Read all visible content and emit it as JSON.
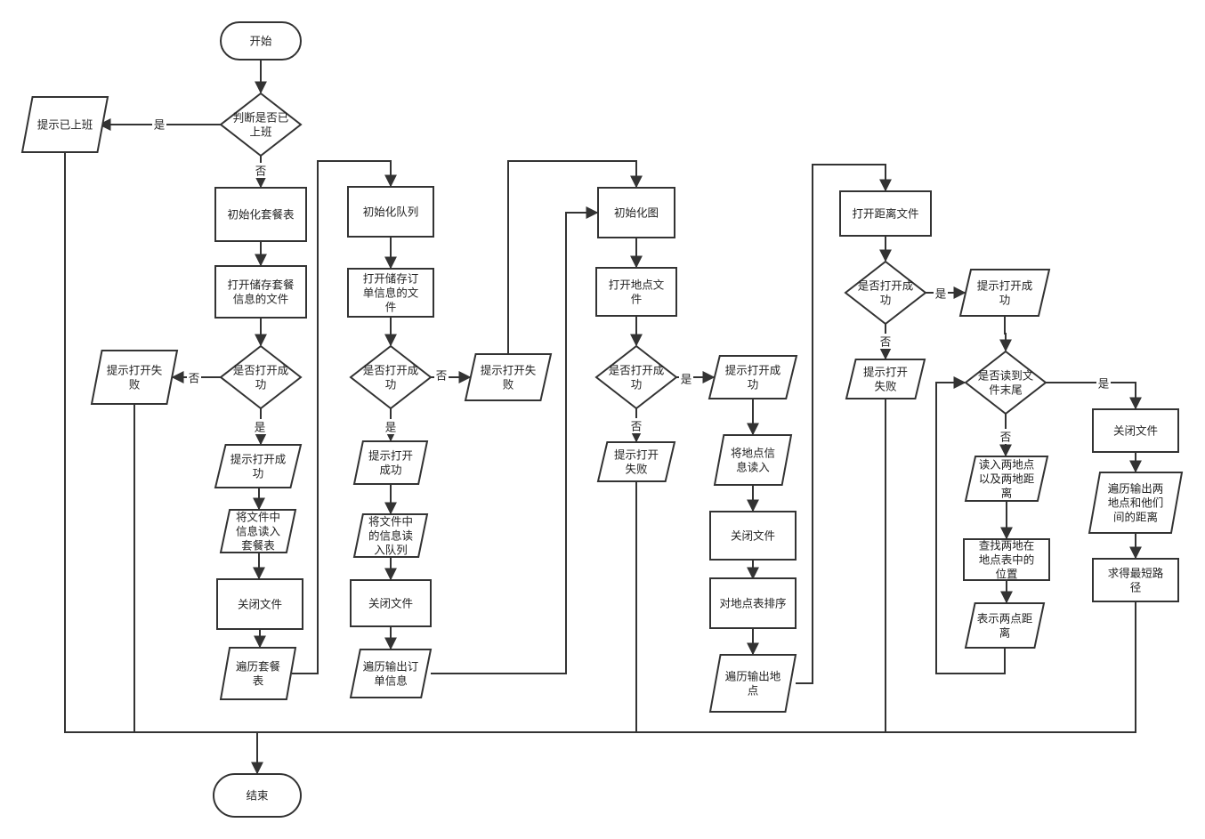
{
  "nodes": {
    "start": "开始",
    "check_onduty": "判断是否已\n上班",
    "prompt_onduty": "提示已上班",
    "init_menu": "初始化套餐表",
    "open_menu_file": "打开储存套餐\n信息的文件",
    "menu_open_ok": "是否打开成\n功",
    "menu_fail": "提示打开失\n败",
    "menu_success": "提示打开成\n功",
    "menu_read": "将文件中\n信息读入\n套餐表",
    "menu_close": "关闭文件",
    "menu_traverse": "遍历套餐\n表",
    "init_queue": "初始化队列",
    "open_order_file": "打开储存订\n单信息的文\n件",
    "order_open_ok": "是否打开成\n功",
    "order_fail": "提示打开失\n败",
    "order_success": "提示打开\n成功",
    "order_read": "将文件中\n的信息读\n入队列",
    "order_close": "关闭文件",
    "order_traverse": "遍历输出订\n单信息",
    "init_graph": "初始化图",
    "open_place_file": "打开地点文\n件",
    "place_open_ok": "是否打开成\n功",
    "place_fail": "提示打开\n失败",
    "place_success": "提示打开成\n功",
    "place_read": "将地点信\n息读入",
    "place_close": "关闭文件",
    "place_sort": "对地点表排序",
    "place_traverse": "遍历输出地\n点",
    "open_dist_file": "打开距离文件",
    "dist_open_ok": "是否打开成\n功",
    "dist_fail": "提示打开\n失败",
    "dist_success": "提示打开成\n功",
    "dist_eof": "是否读到文\n件末尾",
    "dist_read": "读入两地点\n以及两地距\n离",
    "dist_find": "查找两地在\n地点表中的\n位置",
    "dist_repr": "表示两点距\n离",
    "dist_close": "关闭文件",
    "dist_traverse": "遍历输出两\n地点和他们\n间的距离",
    "shortest_path": "求得最短路\n径",
    "end": "结束"
  },
  "edge_labels": {
    "onduty_yes": "是",
    "onduty_no": "否",
    "menu_no": "否",
    "menu_yes": "是",
    "order_no": "否",
    "order_yes": "是",
    "place_yes": "是",
    "place_no": "否",
    "dist_yes": "是",
    "dist_no": "否",
    "eof_yes": "是",
    "eof_no": "否"
  },
  "colors": {
    "stroke": "#333333",
    "fill": "#ffffff",
    "text": "#222222"
  }
}
